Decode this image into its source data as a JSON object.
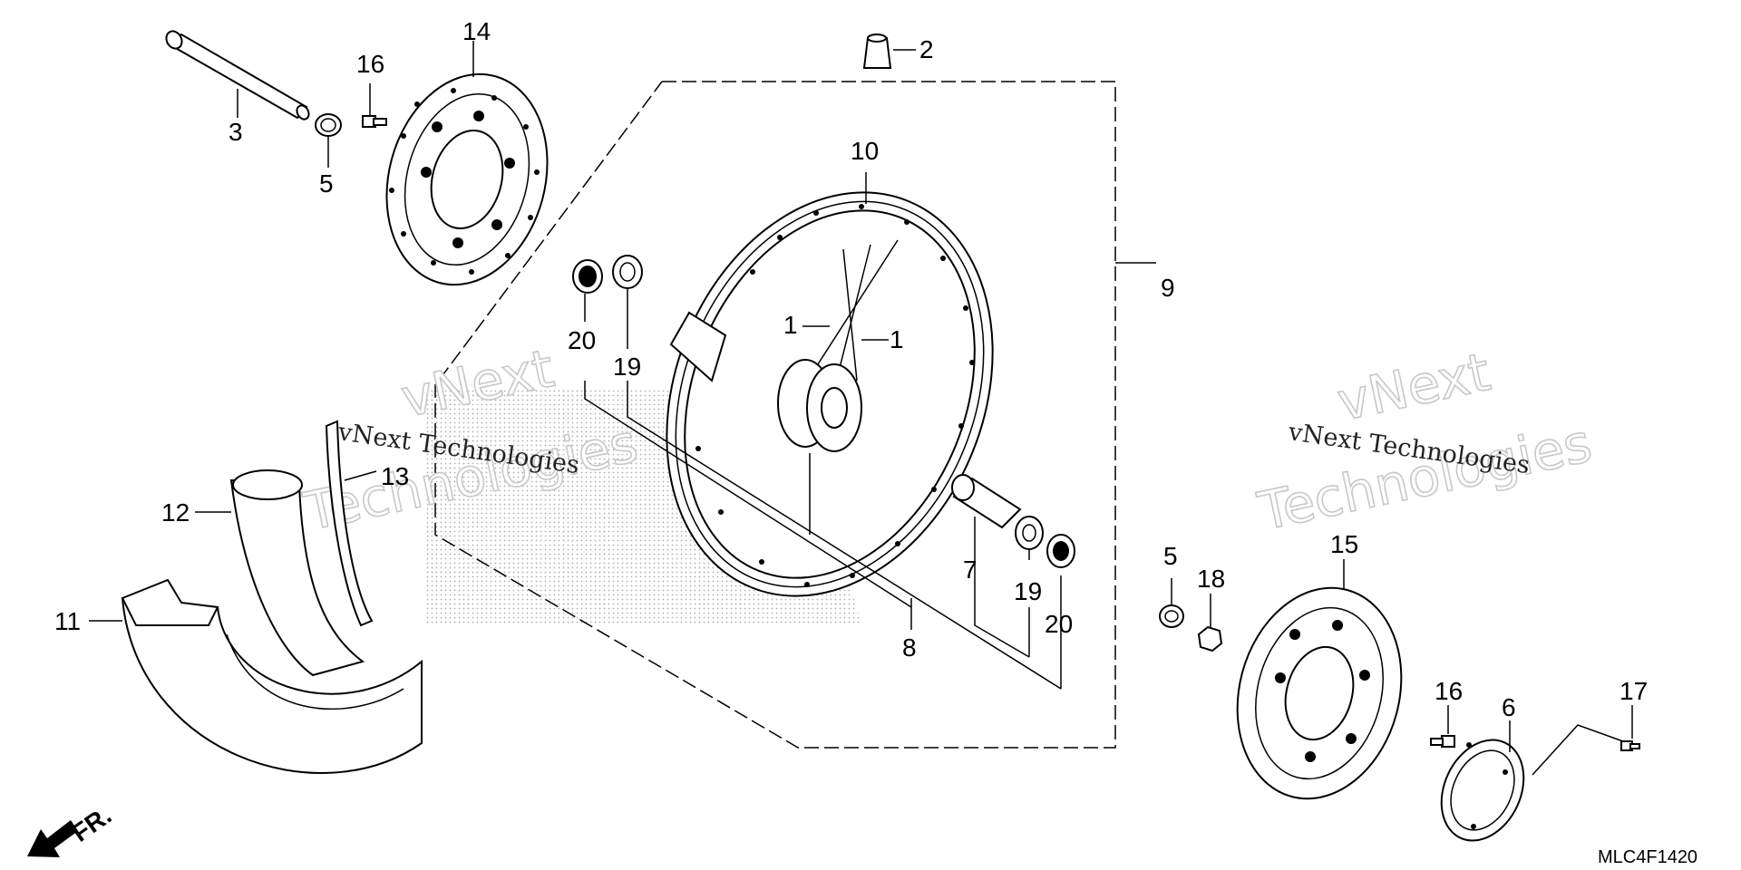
{
  "diagram": {
    "callouts": {
      "c1a": "1",
      "c1b": "1",
      "c2": "2",
      "c3": "3",
      "c5a": "5",
      "c5b": "5",
      "c6": "6",
      "c7": "7",
      "c8": "8",
      "c9": "9",
      "c10": "10",
      "c11": "11",
      "c12": "12",
      "c13": "13",
      "c14": "14",
      "c15": "15",
      "c16a": "16",
      "c16b": "16",
      "c17": "17",
      "c18": "18",
      "c19a": "19",
      "c19b": "19",
      "c20a": "20",
      "c20b": "20"
    },
    "direction_label": "FR.",
    "diagram_code": "MLC4F1420",
    "watermark": {
      "line1": "vNext",
      "line2": "Technologies",
      "small": "vNext Technologies"
    }
  }
}
